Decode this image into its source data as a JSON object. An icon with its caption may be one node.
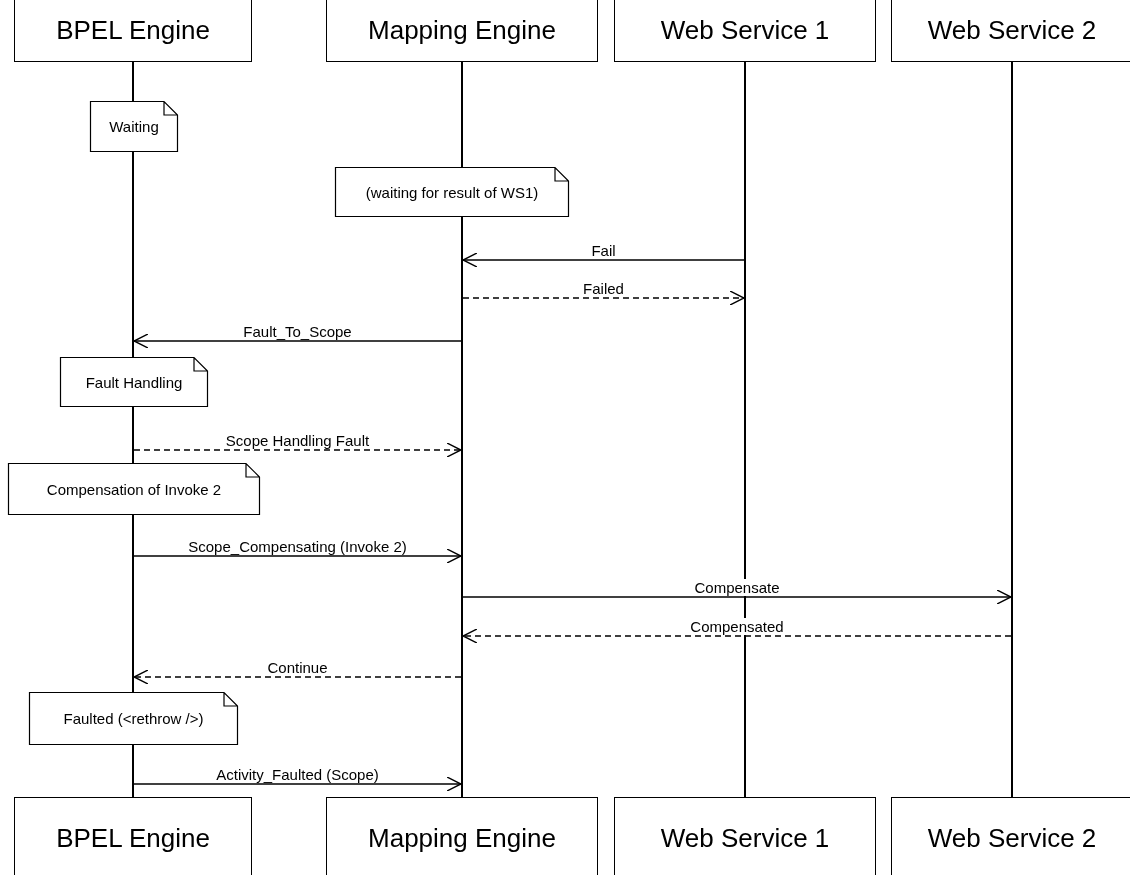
{
  "diagram": {
    "nodes": [
      {
        "text": [
          "BPEL Engine"
        ]
      },
      {
        "text": [
          "Mapping Engine"
        ]
      },
      {
        "text": [
          "Web Service 1"
        ]
      },
      {
        "text": [
          "Web Service 2"
        ]
      },
      {
        "text": [
          "BPEL Engine"
        ]
      },
      {
        "text": [
          "Mapping Engine"
        ]
      },
      {
        "text": [
          "Web Service 1"
        ]
      },
      {
        "text": [
          "Web Service 2"
        ]
      },
      {
        "text": [
          "Waiting"
        ]
      },
      {
        "text": [
          "(waiting for result of WS1)"
        ]
      },
      {
        "text": [
          "Fault Handling"
        ]
      },
      {
        "text": [
          "Compensation of Invoke 2"
        ]
      },
      {
        "text": [
          "Faulted (<rethrow />)"
        ]
      },
      {
        "text": [],
        "shape": "bar"
      },
      {
        "text": [],
        "shape": "bar"
      },
      {
        "text": [],
        "shape": "bar"
      },
      {
        "text": [],
        "shape": "bar"
      },
      {
        "text": [],
        "shape": "bar"
      },
      {
        "text": [],
        "shape": "bar"
      },
      {
        "text": [],
        "shape": "bar"
      },
      {
        "text": [],
        "shape": "bar"
      },
      {
        "text": [],
        "shape": "bar"
      }
    ],
    "edges": [
      {
        "from": 20,
        "to": 19,
        "arrow": "to",
        "label": "Fail"
      },
      {
        "from": 19,
        "to": 20,
        "arrow": "to",
        "label": "Failed",
        "style": "dashed"
      },
      {
        "from": 19,
        "to": 14,
        "arrow": "to",
        "label": "Fault_To_Scope"
      },
      {
        "from": 15,
        "to": 19,
        "arrow": "to",
        "label": "Scope Handling Fault",
        "style": "dashed"
      },
      {
        "from": 16,
        "to": 19,
        "arrow": "to",
        "label": "Scope_Compensating (Invoke 2)"
      },
      {
        "from": 19,
        "to": 21,
        "arrow": "to",
        "label": "Compensate"
      },
      {
        "from": 21,
        "to": 19,
        "arrow": "to",
        "label": "Compensated",
        "style": "dashed"
      },
      {
        "from": 19,
        "to": 16,
        "arrow": "to",
        "label": "Continue",
        "style": "dashed"
      },
      {
        "from": 17,
        "to": 19,
        "arrow": "to",
        "label": "Activity_Faulted (Scope)"
      }
    ]
  }
}
